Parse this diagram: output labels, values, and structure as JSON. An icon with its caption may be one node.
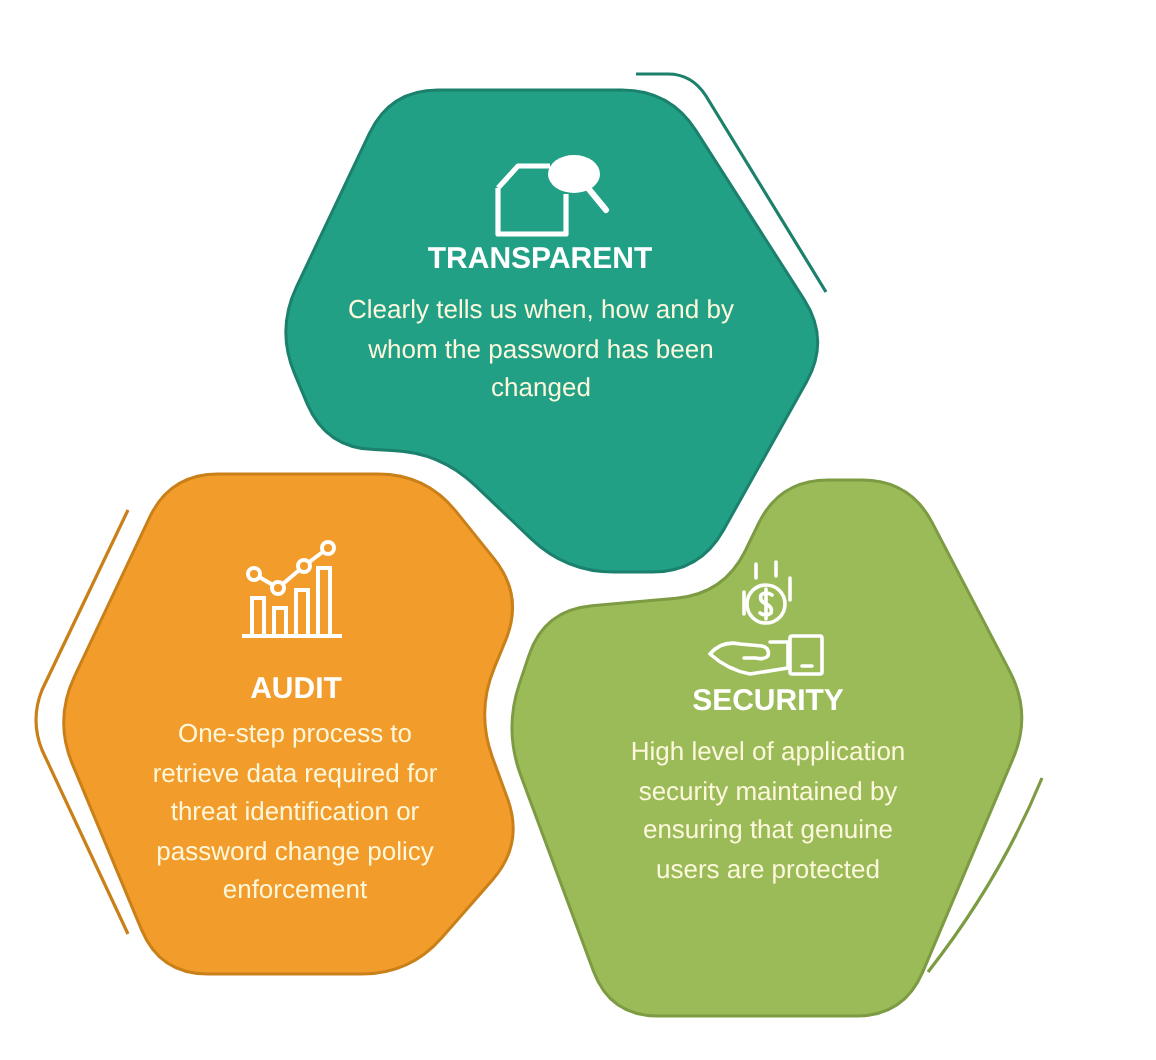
{
  "diagram": {
    "nodes": [
      {
        "text": [
          "TRANSPARENT",
          "Clearly tells us when, how and by whom the password has been changed"
        ]
      },
      {
        "text": [
          "AUDIT",
          "One-step process to retrieve data required for threat identification or password change policy enforcement"
        ]
      },
      {
        "text": [
          "SECURITY",
          "High level of application security maintained by ensuring that genuine users are protected"
        ]
      }
    ]
  }
}
